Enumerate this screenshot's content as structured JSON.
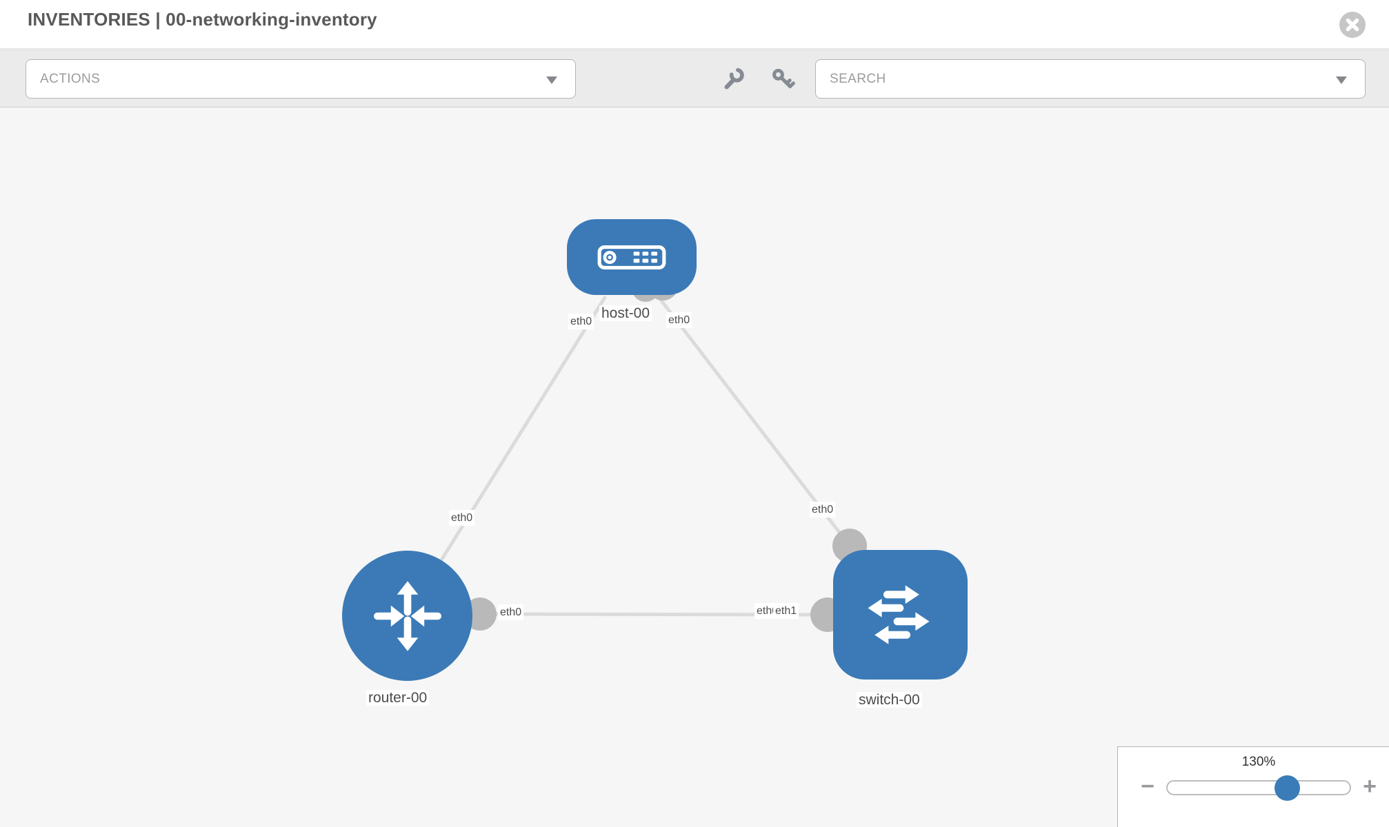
{
  "header": {
    "title": "INVENTORIES | 00-networking-inventory"
  },
  "toolbar": {
    "actions_label": "ACTIONS",
    "search_label": "SEARCH",
    "icons": [
      "wrench-icon",
      "key-icon"
    ]
  },
  "topology": {
    "nodes": [
      {
        "label": "host-00",
        "type": "host"
      },
      {
        "label": "router-00",
        "type": "router"
      },
      {
        "label": "switch-00",
        "type": "switch"
      }
    ],
    "links": [
      {
        "from": "router-00",
        "to": "host-00",
        "from_interface": "eth0",
        "to_interface": "eth0"
      },
      {
        "from": "host-00",
        "to": "switch-00",
        "from_interface": "eth0",
        "to_interface": "eth0"
      },
      {
        "from": "router-00",
        "to": "switch-00",
        "from_interface": "eth0",
        "to_interface": "eth1"
      }
    ],
    "iface_labels": {
      "host_left": "eth0",
      "host_right": "eth0",
      "router_host_link": "eth0",
      "host_switch_link": "eth0",
      "router_right": "eth0",
      "switch_left_hidden": "eth0",
      "switch_left": "eth1"
    }
  },
  "zoom_control": {
    "level": "130%",
    "minus_label": "−",
    "plus_label": "+"
  },
  "colors": {
    "node_blue": "#3b7ab7",
    "slider_thumb_blue": "#3a7cb8",
    "link_gray": "#dbdbdb",
    "connector_gray": "#b9b9b9",
    "canvas_bg": "#f6f6f6",
    "toolbar_bg": "#ebebeb",
    "close_circle_gray": "#c6c6c6"
  }
}
